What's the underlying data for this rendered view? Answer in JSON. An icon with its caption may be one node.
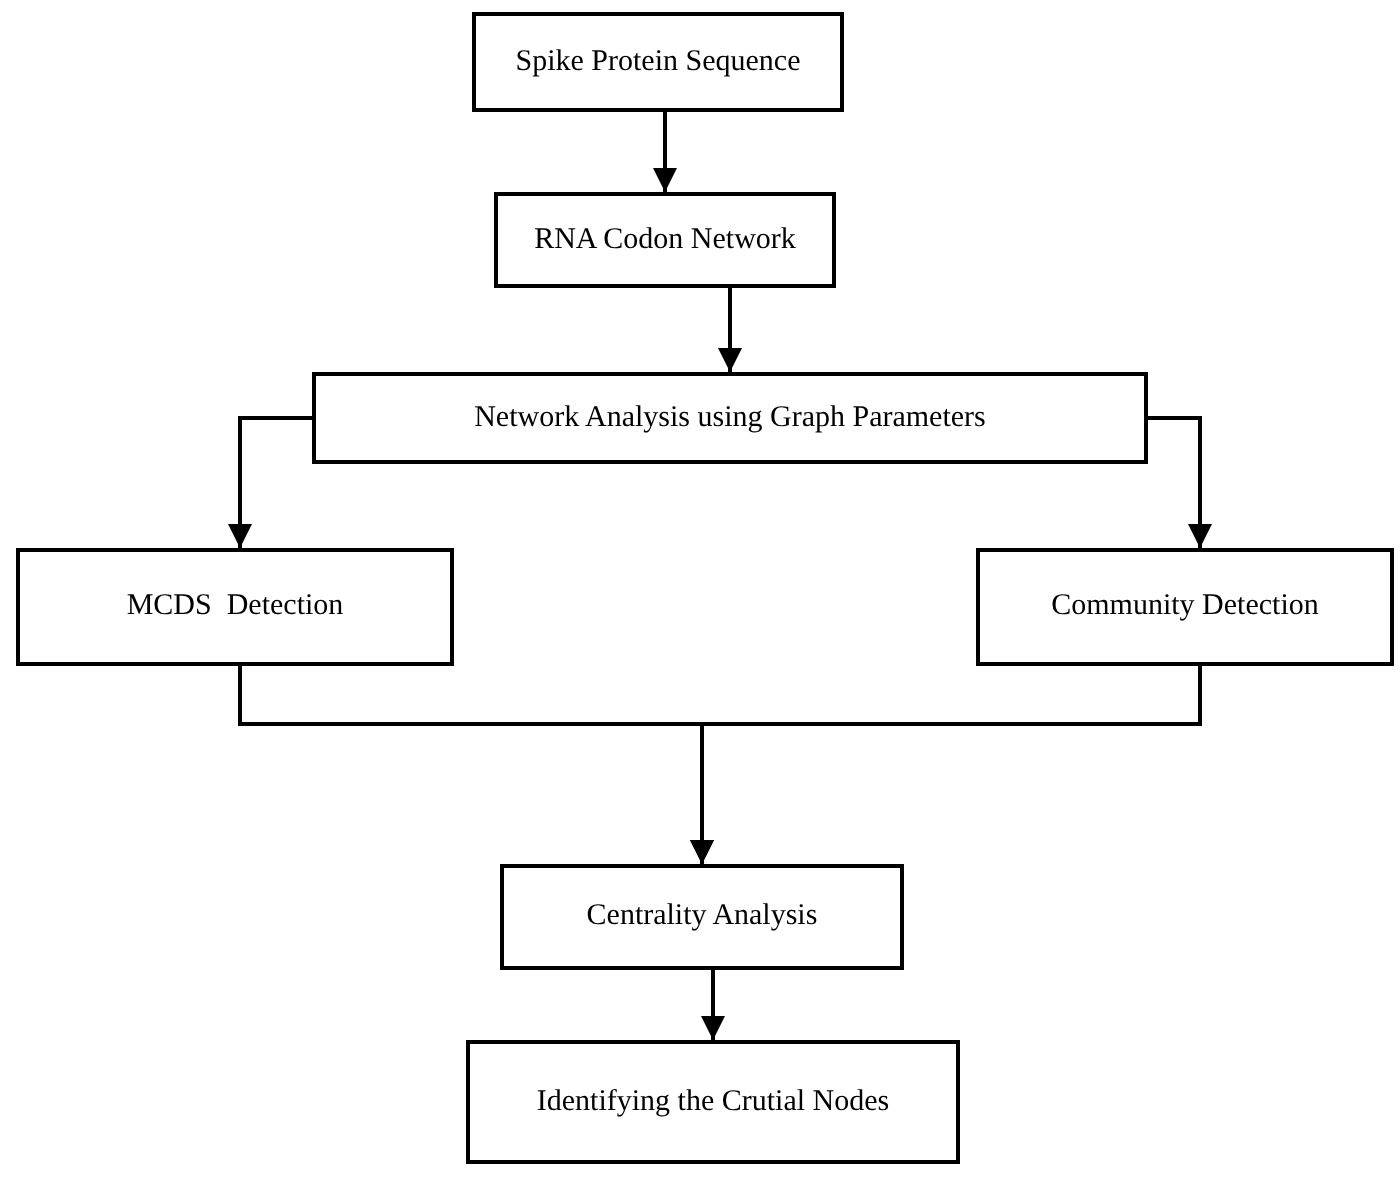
{
  "diagram": {
    "nodes": [
      {
        "text": [
          "Spike Protein Sequence"
        ]
      },
      {
        "text": [
          "RNA Codon Network"
        ]
      },
      {
        "text": [
          "Network Analysis using Graph Parameters"
        ]
      },
      {
        "text": [
          "MCDS  Detection"
        ]
      },
      {
        "text": [
          "Community Detection"
        ]
      },
      {
        "text": [
          "Centrality Analysis"
        ]
      },
      {
        "text": [
          "Identifying the Crutial Nodes"
        ]
      }
    ],
    "edges": [
      {
        "from": 0,
        "to": 1,
        "arrow": "to"
      },
      {
        "from": 1,
        "to": 2,
        "arrow": "to"
      },
      {
        "from": 2,
        "to": 3,
        "arrow": "to"
      },
      {
        "from": 2,
        "to": 4,
        "arrow": "to"
      },
      {
        "from": 3,
        "to": 5,
        "arrow": "to"
      },
      {
        "from": 4,
        "to": 5,
        "arrow": "to"
      },
      {
        "from": 5,
        "to": 6,
        "arrow": "to"
      }
    ]
  }
}
